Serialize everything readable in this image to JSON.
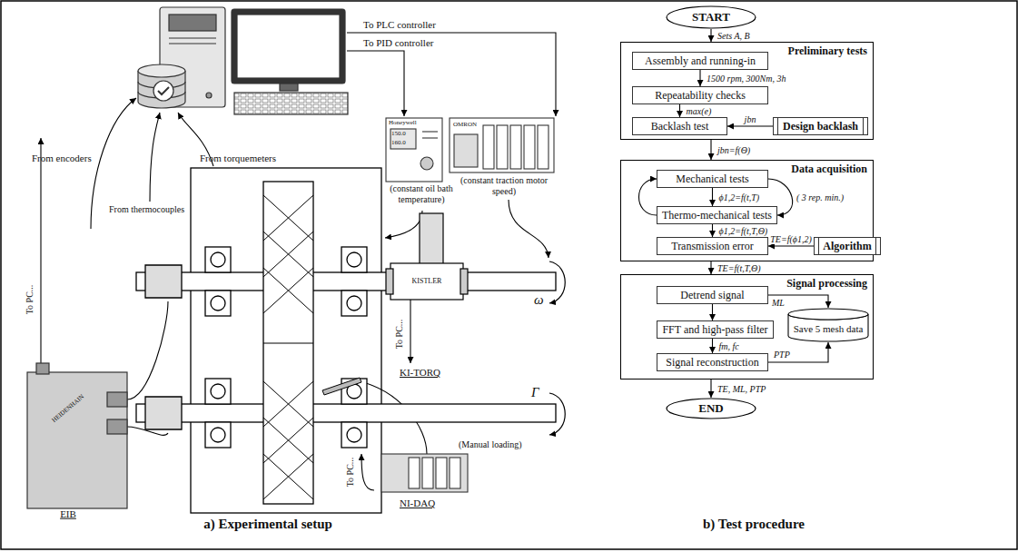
{
  "diagram": {
    "nodes": [
      {
        "text": [
          "START"
        ]
      },
      {
        "text": [
          "Preliminary tests"
        ]
      },
      {
        "text": [
          "Assembly and running-in"
        ],
        "in": 1
      },
      {
        "text": [
          "Repeatability checks"
        ],
        "in": 1
      },
      {
        "text": [
          "Backlash test"
        ],
        "in": 1
      },
      {
        "text": [
          "Design backlash"
        ],
        "in": 1
      },
      {
        "text": [
          "Data acquisition"
        ]
      },
      {
        "text": [
          "Mechanical tests"
        ],
        "in": 6
      },
      {
        "text": [
          "Thermo-mechanical tests"
        ],
        "in": 6
      },
      {
        "text": [
          "Transmission error"
        ],
        "in": 6
      },
      {
        "text": [
          "Algorithm"
        ],
        "in": 6
      },
      {
        "text": [
          "Signal processing"
        ]
      },
      {
        "text": [
          "Detrend signal"
        ],
        "in": 11
      },
      {
        "text": [
          "FFT and high-pass filter"
        ],
        "in": 11
      },
      {
        "text": [
          "Signal reconstruction"
        ],
        "in": 11
      },
      {
        "text": [
          "Save 5 mesh data"
        ],
        "in": 11
      },
      {
        "text": [
          "END"
        ]
      }
    ],
    "edges": [
      {
        "from": 0,
        "to": 1,
        "arrow": "to",
        "label": "Sets A, B"
      },
      {
        "from": 2,
        "to": 3,
        "arrow": "to",
        "label": "1500 rpm, 300Nm, 3h"
      },
      {
        "from": 3,
        "to": 4,
        "arrow": "to",
        "label": "max(e)"
      },
      {
        "from": 5,
        "to": 4,
        "arrow": "to",
        "label": "jbn"
      },
      {
        "from": 1,
        "to": 6,
        "arrow": "to",
        "label": "jbn=f(Θ)"
      },
      {
        "from": 7,
        "to": 8,
        "arrow": "to",
        "label": "ϕ1,2=f(t,T)"
      },
      {
        "from": 8,
        "to": 7,
        "arrow": "to"
      },
      {
        "from": 7,
        "to": 8,
        "arrow": "to",
        "label": "( 3 rep. min.)"
      },
      {
        "from": 8,
        "to": 9,
        "arrow": "to",
        "label": "ϕ1,2=f(t,T,Θ)"
      },
      {
        "from": 10,
        "to": 9,
        "arrow": "to",
        "label": "TE=f(ϕ1,2)"
      },
      {
        "from": 6,
        "to": 11,
        "arrow": "to",
        "label": "TE=f(t,T,Θ)"
      },
      {
        "from": 12,
        "to": 13,
        "arrow": "to"
      },
      {
        "from": 12,
        "to": 15,
        "arrow": "to",
        "label": "ML"
      },
      {
        "from": 13,
        "to": 14,
        "arrow": "to",
        "label": "fm, fc"
      },
      {
        "from": 14,
        "to": 15,
        "arrow": "to",
        "label": "PTP"
      },
      {
        "from": 11,
        "to": 16,
        "arrow": "to",
        "label": "TE, ML, PTP"
      }
    ],
    "labels": [
      "To PLC controller",
      "To PID controller",
      "From encoders",
      "From torquemeters",
      "From thermocouples",
      "Honeywell",
      "150.0",
      "160.0",
      "OMRON",
      "(constant oil bath temperature)",
      "(constant traction motor speed)",
      "To PC...",
      "HEIDENHAIN",
      "EIB",
      "KISTLER",
      "To PC...",
      "ω",
      "KI-TORQ",
      "Γ",
      "(Manual loading)",
      "To PC...",
      "NI-DAQ",
      "a) Experimental setup",
      "b) Test procedure"
    ]
  }
}
